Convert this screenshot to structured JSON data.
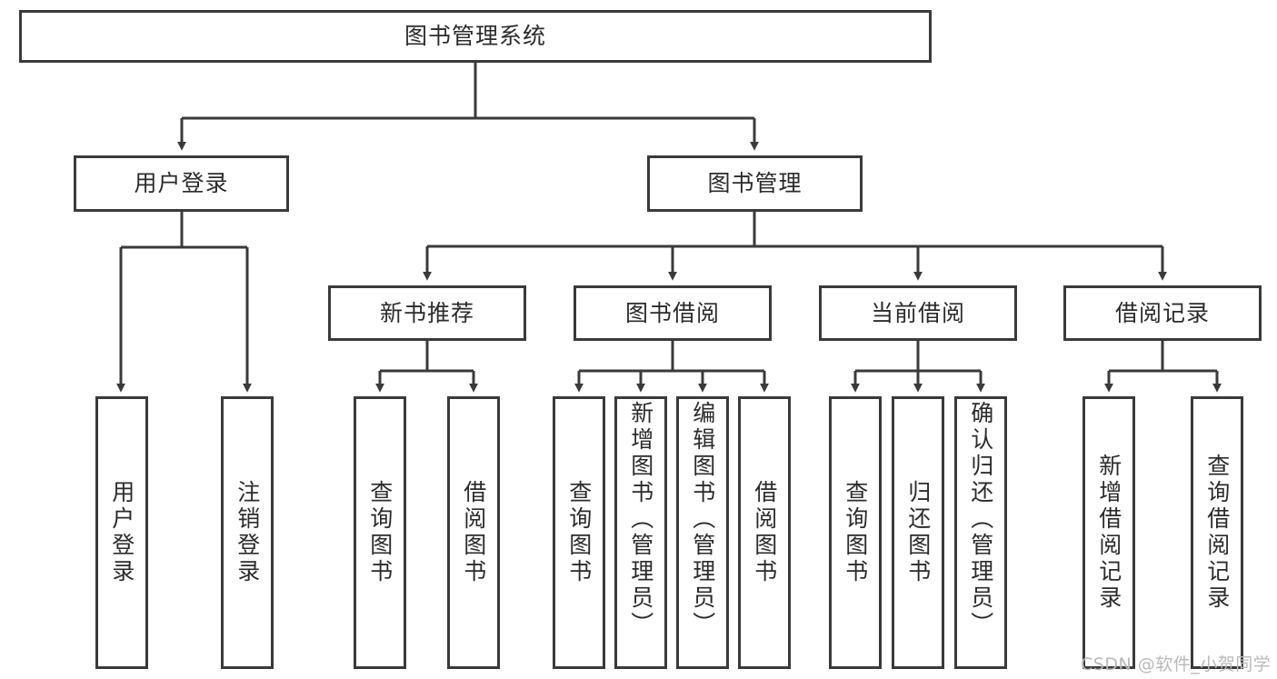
{
  "diagram": {
    "title": "图书管理系统",
    "type": "tree-hierarchy",
    "watermark": "CSDN @软件_小贺同学",
    "colors": {
      "box_border": "#3a3a3a",
      "box_fill": "#ffffff",
      "connector": "#3a3a3a",
      "text": "#2b2b2b",
      "watermark": "#b9b9b9",
      "background": "#ffffff"
    },
    "root": {
      "label": "图书管理系统"
    },
    "level2": [
      {
        "label": "用户登录"
      },
      {
        "label": "图书管理"
      }
    ],
    "level3": [
      {
        "label": "新书推荐"
      },
      {
        "label": "图书借阅"
      },
      {
        "label": "当前借阅"
      },
      {
        "label": "借阅记录"
      }
    ],
    "leaves": {
      "user_login": [
        {
          "label": "用户登录"
        },
        {
          "label": "注销登录"
        }
      ],
      "new_book_recommend": [
        {
          "label": "查询图书"
        },
        {
          "label": "借阅图书"
        }
      ],
      "book_borrow": [
        {
          "label": "查询图书"
        },
        {
          "label": "新增图书（管理员）"
        },
        {
          "label": "编辑图书（管理员）"
        },
        {
          "label": "借阅图书"
        }
      ],
      "current_borrow": [
        {
          "label": "查询图书"
        },
        {
          "label": "归还图书"
        },
        {
          "label": "确认归还（管理员）"
        }
      ],
      "borrow_record": [
        {
          "label": "新增借阅记录"
        },
        {
          "label": "查询借阅记录"
        }
      ]
    }
  }
}
